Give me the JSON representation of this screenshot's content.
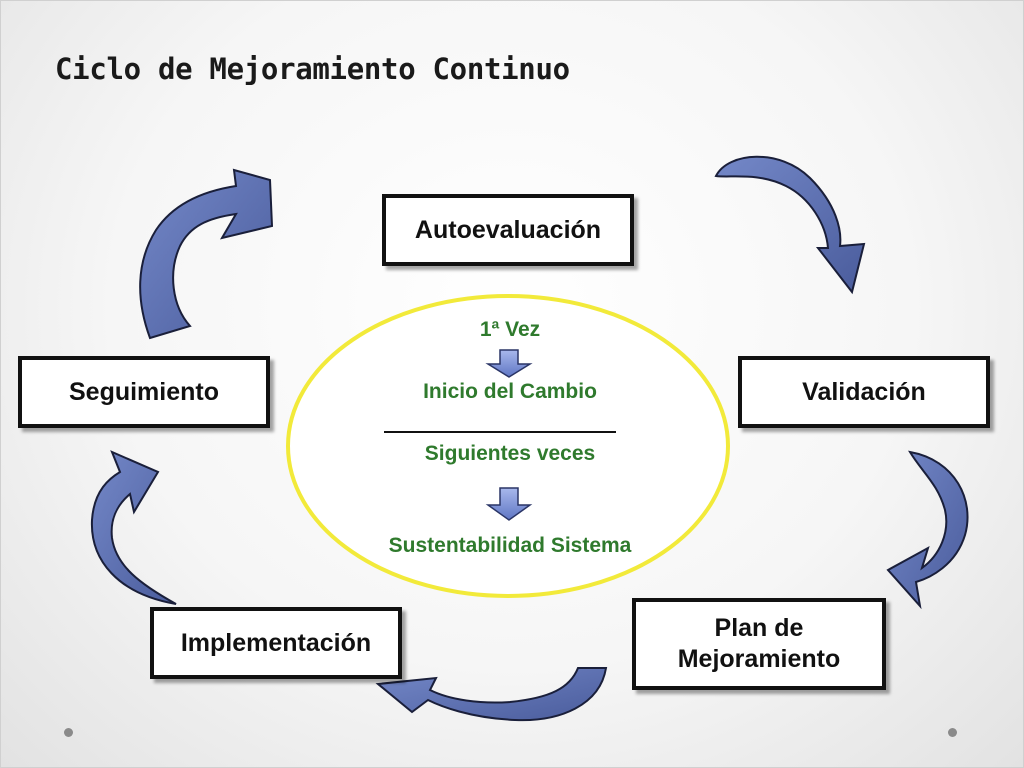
{
  "title": "Ciclo de Mejoramiento Continuo",
  "steps": {
    "autoevaluacion": "Autoevaluación",
    "validacion": "Validación",
    "plan": "Plan de\nMejoramiento",
    "implementacion": "Implementación",
    "seguimiento": "Seguimiento"
  },
  "center": {
    "first_time": "1ª Vez",
    "change_start": "Inicio del Cambio",
    "next_times": "Siguientes veces",
    "sustainability": "Sustentabilidad Sistema"
  },
  "colors": {
    "cycle_arrow": "#5b6fb0",
    "cycle_arrow_dark": "#1a1f3a",
    "ellipse_stroke": "#f2ea3a",
    "center_text": "#2f7a2d",
    "small_arrow": "#7d92d6"
  }
}
